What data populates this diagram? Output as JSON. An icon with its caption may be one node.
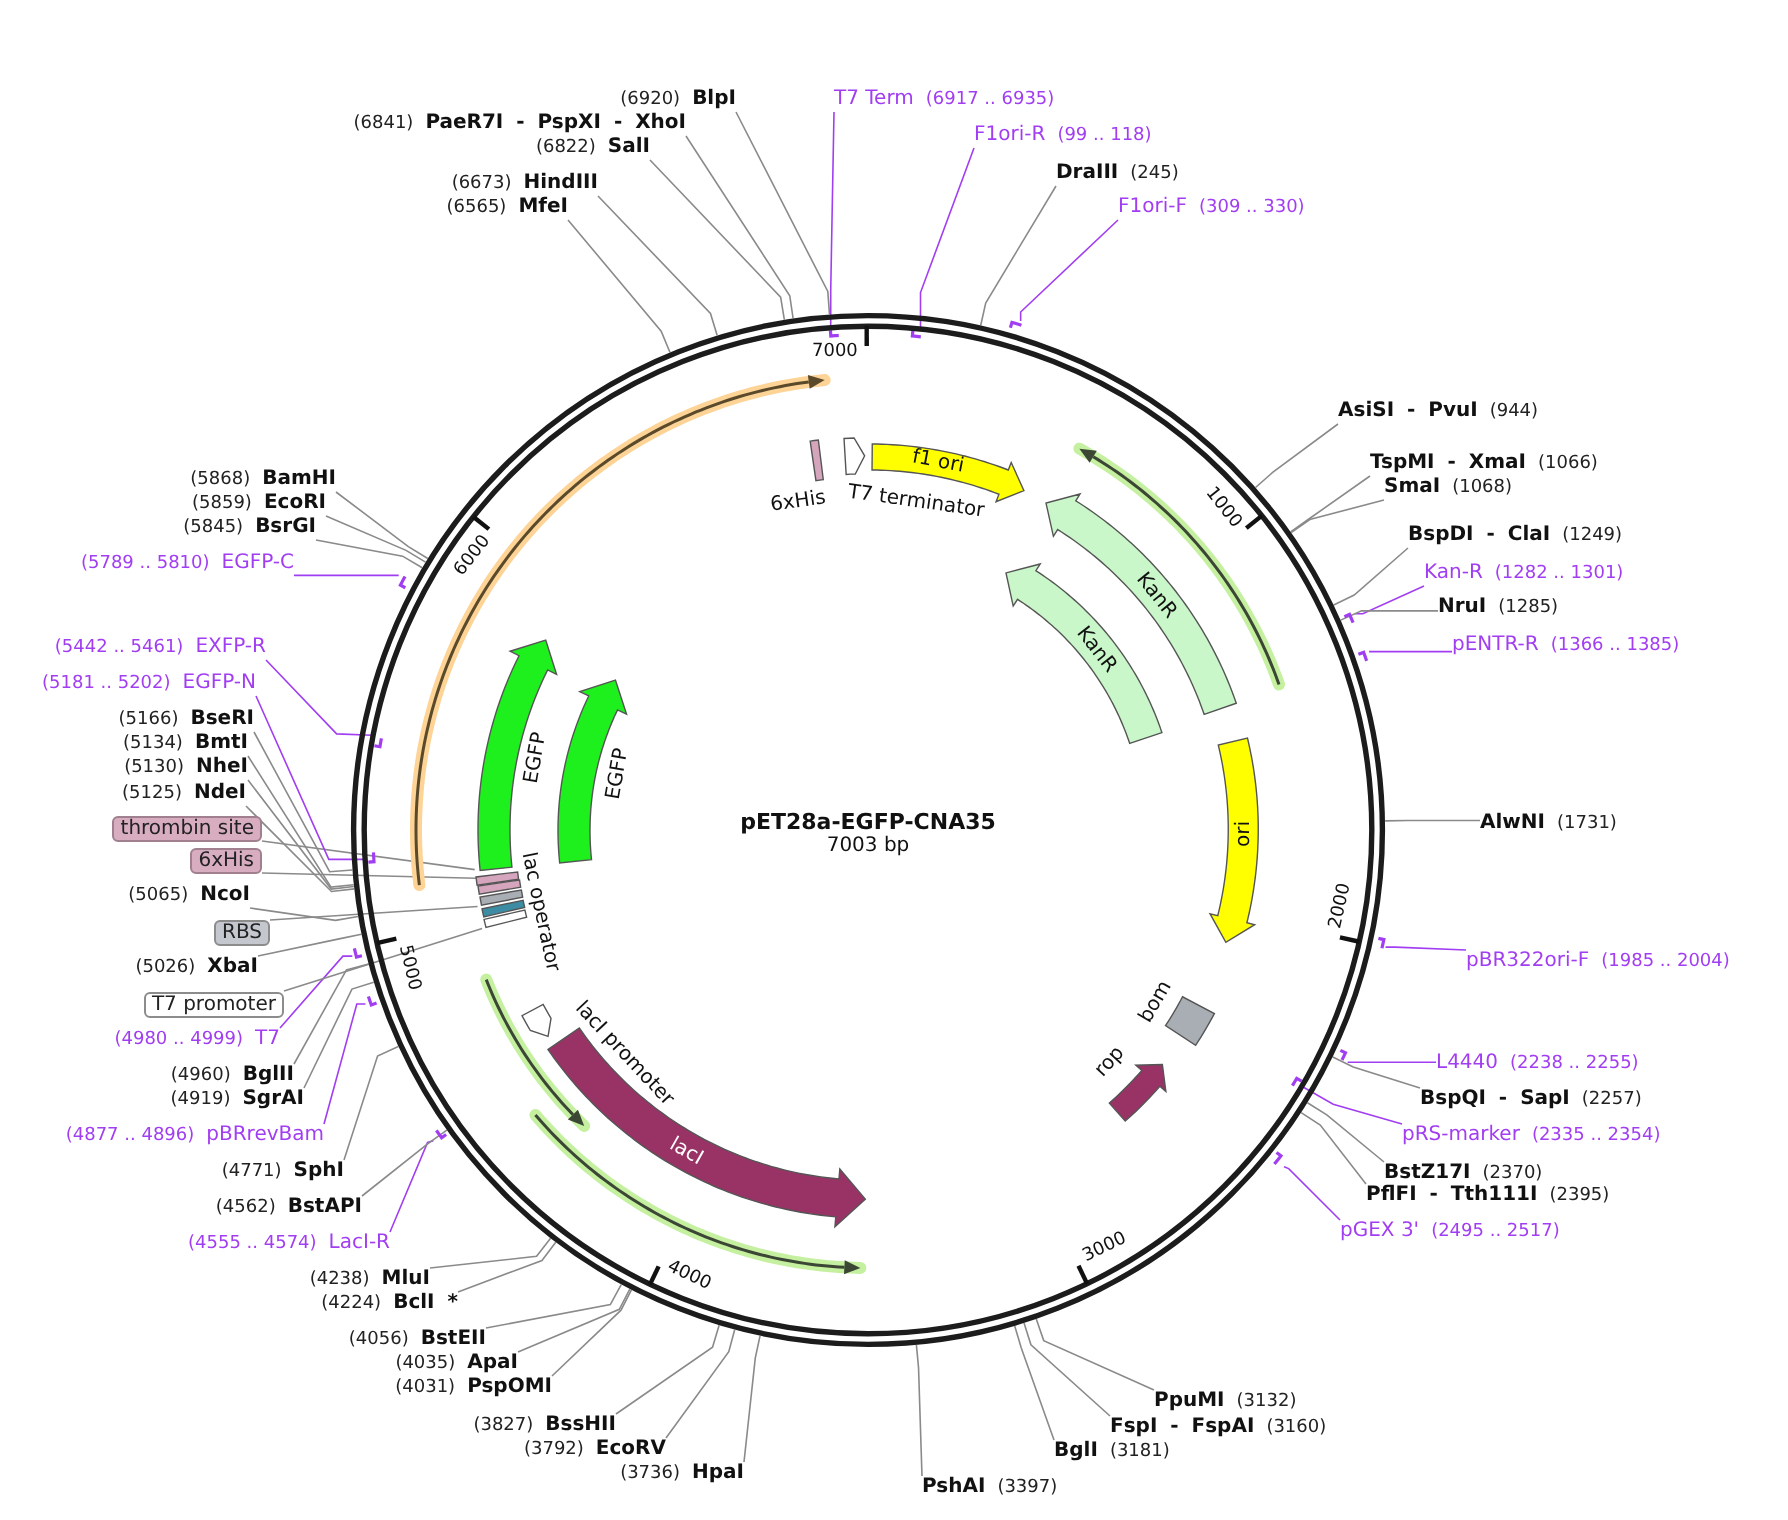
{
  "diagram": {
    "nodes": [
      {
        "text": [
          "pET28a-EGFP-CNA35",
          "7003 bp"
        ]
      },
      {
        "text": [
          "6xHis"
        ],
        "in": 0
      },
      {
        "text": [
          "T7 terminator"
        ],
        "in": 0
      },
      {
        "text": [
          "f1 ori"
        ],
        "in": 0
      },
      {
        "text": [
          "KanR"
        ],
        "in": 0
      },
      {
        "text": [
          "KanR"
        ],
        "in": 0
      },
      {
        "text": [
          "ori"
        ],
        "in": 0
      },
      {
        "text": [
          "bom"
        ],
        "in": 0
      },
      {
        "text": [
          "rop"
        ],
        "in": 0
      },
      {
        "text": [
          "lacI"
        ],
        "in": 0
      },
      {
        "text": [
          "lacI promoter"
        ],
        "in": 0
      },
      {
        "text": [],
        "shape": "box",
        "in": 0
      },
      {
        "text": [
          "lac operator"
        ],
        "in": 0
      },
      {
        "text": [],
        "shape": "box",
        "in": 0
      },
      {
        "text": [],
        "shape": "box",
        "in": 0
      },
      {
        "text": [],
        "shape": "box",
        "in": 0
      },
      {
        "text": [
          "EGFP"
        ],
        "in": 0
      },
      {
        "text": [
          "EGFP"
        ],
        "in": 0
      },
      {
        "text": [
          "BlpI"
        ],
        "beside": [
          "(6920)"
        ]
      },
      {
        "text": [
          "PaeR7I - PspXI - XhoI"
        ],
        "beside": [
          "(6841)"
        ]
      },
      {
        "text": [
          "SalI"
        ],
        "beside": [
          "(6822)"
        ]
      },
      {
        "text": [
          "HindIII"
        ],
        "beside": [
          "(6673)"
        ]
      },
      {
        "text": [
          "MfeI"
        ],
        "beside": [
          "(6565)"
        ]
      },
      {
        "text": [
          "T7 Term"
        ],
        "beside": [
          "(6917 .. 6935)"
        ]
      },
      {
        "text": [
          "F1ori-R"
        ],
        "beside": [
          "(99 .. 118)"
        ]
      },
      {
        "text": [
          "DraIII"
        ],
        "beside": [
          "(245)"
        ]
      },
      {
        "text": [
          "F1ori-F"
        ],
        "beside": [
          "(309 .. 330)"
        ]
      },
      {
        "text": [
          "AsiSI - PvuI"
        ],
        "beside": [
          "(944)"
        ]
      },
      {
        "text": [
          "TspMI - XmaI"
        ],
        "beside": [
          "(1066)"
        ]
      },
      {
        "text": [
          "SmaI"
        ],
        "beside": [
          "(1068)"
        ]
      },
      {
        "text": [
          "BspDI - ClaI"
        ],
        "beside": [
          "(1249)"
        ]
      },
      {
        "text": [
          "Kan-R"
        ],
        "beside": [
          "(1282 .. 1301)"
        ]
      },
      {
        "text": [
          "NruI"
        ],
        "beside": [
          "(1285)"
        ]
      },
      {
        "text": [
          "pENTR-R"
        ],
        "beside": [
          "(1366 .. 1385)"
        ]
      },
      {
        "text": [
          "AlwNI"
        ],
        "beside": [
          "(1731)"
        ]
      },
      {
        "text": [
          "pBR322ori-F"
        ],
        "beside": [
          "(1985 .. 2004)"
        ]
      },
      {
        "text": [
          "L4440"
        ],
        "beside": [
          "(2238 .. 2255)"
        ]
      },
      {
        "text": [
          "BspQI - SapI"
        ],
        "beside": [
          "(2257)"
        ]
      },
      {
        "text": [
          "pRS-marker"
        ],
        "beside": [
          "(2335 .. 2354)"
        ]
      },
      {
        "text": [
          "BstZ17I"
        ],
        "beside": [
          "(2370)"
        ]
      },
      {
        "text": [
          "PflFI - Tth111I"
        ],
        "beside": [
          "(2395)"
        ]
      },
      {
        "text": [
          "pGEX 3'"
        ],
        "beside": [
          "(2495 .. 2517)"
        ]
      },
      {
        "text": [
          "PpuMI"
        ],
        "beside": [
          "(3132)"
        ]
      },
      {
        "text": [
          "FspI - FspAI"
        ],
        "beside": [
          "(3160)"
        ]
      },
      {
        "text": [
          "BglI"
        ],
        "beside": [
          "(3181)"
        ]
      },
      {
        "text": [
          "PshAI"
        ],
        "beside": [
          "(3397)"
        ]
      },
      {
        "text": [
          "HpaI"
        ],
        "beside": [
          "(3736)"
        ]
      },
      {
        "text": [
          "EcoRV"
        ],
        "beside": [
          "(3792)"
        ]
      },
      {
        "text": [
          "BssHII"
        ],
        "beside": [
          "(3827)"
        ]
      },
      {
        "text": [
          "PspOMI"
        ],
        "beside": [
          "(4031)"
        ]
      },
      {
        "text": [
          "ApaI"
        ],
        "beside": [
          "(4035)"
        ]
      },
      {
        "text": [
          "BstEII"
        ],
        "beside": [
          "(4056)"
        ]
      },
      {
        "text": [
          "BclI *"
        ],
        "beside": [
          "(4224)"
        ]
      },
      {
        "text": [
          "MluI"
        ],
        "beside": [
          "(4238)"
        ]
      },
      {
        "text": [
          "LacI-R"
        ],
        "beside": [
          "(4555 .. 4574)"
        ]
      },
      {
        "text": [
          "BstAPI"
        ],
        "beside": [
          "(4562)"
        ]
      },
      {
        "text": [
          "SphI"
        ],
        "beside": [
          "(4771)"
        ]
      },
      {
        "text": [
          "pBRrevBam"
        ],
        "beside": [
          "(4877 .. 4896)"
        ]
      },
      {
        "text": [
          "SgrAI"
        ],
        "beside": [
          "(4919)"
        ]
      },
      {
        "text": [
          "BglII"
        ],
        "beside": [
          "(4960)"
        ]
      },
      {
        "text": [
          "T7"
        ],
        "beside": [
          "(4980 .. 4999)"
        ]
      },
      {
        "text": [
          "T7 promoter"
        ]
      },
      {
        "text": [
          "XbaI"
        ],
        "beside": [
          "(5026)"
        ]
      },
      {
        "text": [
          "RBS"
        ]
      },
      {
        "text": [
          "NcoI"
        ],
        "beside": [
          "(5065)"
        ]
      },
      {
        "text": [
          "6xHis"
        ]
      },
      {
        "text": [
          "thrombin site"
        ]
      },
      {
        "text": [
          "NdeI"
        ],
        "beside": [
          "(5125)"
        ]
      },
      {
        "text": [
          "NheI"
        ],
        "beside": [
          "(5130)"
        ]
      },
      {
        "text": [
          "BmtI"
        ],
        "beside": [
          "(5134)"
        ]
      },
      {
        "text": [
          "BseRI"
        ],
        "beside": [
          "(5166)"
        ]
      },
      {
        "text": [
          "EGFP-N"
        ],
        "beside": [
          "(5181 .. 5202)"
        ]
      },
      {
        "text": [
          "EXFP-R"
        ],
        "beside": [
          "(5442 .. 5461)"
        ]
      },
      {
        "text": [
          "EGFP-C"
        ],
        "beside": [
          "(5789 .. 5810)"
        ]
      },
      {
        "text": [
          "BsrGI"
        ],
        "beside": [
          "(5845)"
        ]
      },
      {
        "text": [
          "EcoRI"
        ],
        "beside": [
          "(5859)"
        ]
      },
      {
        "text": [
          "BamHI"
        ],
        "beside": [
          "(5868)"
        ]
      },
      {
        "text": [],
        "shape": "bar",
        "in": 0
      },
      {
        "text": [],
        "shape": "bar",
        "in": 0
      },
      {
        "text": [],
        "shape": "bar"
      },
      {
        "text": [],
        "shape": "bar"
      },
      {
        "text": [],
        "shape": "bar"
      },
      {
        "text": [],
        "shape": "bar"
      },
      {
        "text": [],
        "shape": "bar"
      },
      {
        "text": [],
        "shape": "bar",
        "in": 0
      },
      {
        "text": [],
        "shape": "bar"
      },
      {
        "text": [],
        "shape": "bar"
      },
      {
        "text": [],
        "shape": "bar"
      },
      {
        "text": [],
        "shape": "bar"
      },
      {
        "text": [],
        "shape": "bar",
        "in": 0
      },
      {
        "text": [],
        "shape": "bar",
        "in": 0
      },
      {
        "text": [],
        "shape": "bar"
      }
    ],
    "edges": [
      {
        "from": 18,
        "to": 0,
        "arrow": "none"
      },
      {
        "from": 19,
        "to": 0,
        "arrow": "none"
      },
      {
        "from": 20,
        "to": 0,
        "arrow": "none"
      },
      {
        "from": 21,
        "to": 0,
        "arrow": "none"
      },
      {
        "from": 22,
        "to": 0,
        "arrow": "none"
      },
      {
        "from": 23,
        "to": 77,
        "arrow": "none",
        "color": "#a23ef2"
      },
      {
        "from": 24,
        "to": 78,
        "arrow": "none",
        "color": "#a23ef2"
      },
      {
        "from": 25,
        "to": 0,
        "arrow": "none"
      },
      {
        "from": 26,
        "to": 79,
        "arrow": "none",
        "color": "#a23ef2"
      },
      {
        "from": 27,
        "to": 0,
        "arrow": "none"
      },
      {
        "from": 28,
        "to": 0,
        "arrow": "none"
      },
      {
        "from": 29,
        "to": 0,
        "arrow": "none"
      },
      {
        "from": 30,
        "to": 0,
        "arrow": "none"
      },
      {
        "from": 31,
        "to": 80,
        "arrow": "none",
        "color": "#a23ef2"
      },
      {
        "from": 32,
        "to": 0,
        "arrow": "none"
      },
      {
        "from": 33,
        "to": 81,
        "arrow": "none",
        "color": "#a23ef2"
      },
      {
        "from": 34,
        "to": 0,
        "arrow": "none"
      },
      {
        "from": 35,
        "to": 82,
        "arrow": "none",
        "color": "#a23ef2"
      },
      {
        "from": 36,
        "to": 83,
        "arrow": "none",
        "color": "#a23ef2"
      },
      {
        "from": 37,
        "to": 0,
        "arrow": "none"
      },
      {
        "from": 38,
        "to": 84,
        "arrow": "none",
        "color": "#a23ef2"
      },
      {
        "from": 39,
        "to": 0,
        "arrow": "none"
      },
      {
        "from": 40,
        "to": 0,
        "arrow": "none"
      },
      {
        "from": 41,
        "to": 85,
        "arrow": "none",
        "color": "#a23ef2"
      },
      {
        "from": 42,
        "to": 0,
        "arrow": "none"
      },
      {
        "from": 43,
        "to": 0,
        "arrow": "none"
      },
      {
        "from": 44,
        "to": 0,
        "arrow": "none"
      },
      {
        "from": 45,
        "to": 0,
        "arrow": "none"
      },
      {
        "from": 46,
        "to": 0,
        "arrow": "none"
      },
      {
        "from": 47,
        "to": 0,
        "arrow": "none"
      },
      {
        "from": 48,
        "to": 0,
        "arrow": "none"
      },
      {
        "from": 49,
        "to": 0,
        "arrow": "none"
      },
      {
        "from": 50,
        "to": 0,
        "arrow": "none"
      },
      {
        "from": 51,
        "to": 0,
        "arrow": "none"
      },
      {
        "from": 52,
        "to": 0,
        "arrow": "none"
      },
      {
        "from": 53,
        "to": 0,
        "arrow": "none"
      },
      {
        "from": 54,
        "to": 86,
        "arrow": "none",
        "color": "#a23ef2"
      },
      {
        "from": 55,
        "to": 0,
        "arrow": "none"
      },
      {
        "from": 56,
        "to": 0,
        "arrow": "none"
      },
      {
        "from": 57,
        "to": 87,
        "arrow": "none",
        "color": "#a23ef2"
      },
      {
        "from": 58,
        "to": 0,
        "arrow": "none"
      },
      {
        "from": 59,
        "to": 0,
        "arrow": "none"
      },
      {
        "from": 60,
        "to": 88,
        "arrow": "none",
        "color": "#a23ef2"
      },
      {
        "from": 61,
        "to": 11,
        "arrow": "none"
      },
      {
        "from": 62,
        "to": 0,
        "arrow": "none"
      },
      {
        "from": 63,
        "to": 13,
        "arrow": "none"
      },
      {
        "from": 64,
        "to": 0,
        "arrow": "none"
      },
      {
        "from": 65,
        "to": 14,
        "arrow": "none"
      },
      {
        "from": 66,
        "to": 15,
        "arrow": "none"
      },
      {
        "from": 67,
        "to": 0,
        "arrow": "none"
      },
      {
        "from": 68,
        "to": 0,
        "arrow": "none"
      },
      {
        "from": 69,
        "to": 0,
        "arrow": "none"
      },
      {
        "from": 70,
        "to": 0,
        "arrow": "none"
      },
      {
        "from": 71,
        "to": 89,
        "arrow": "none",
        "color": "#a23ef2"
      },
      {
        "from": 72,
        "to": 90,
        "arrow": "none",
        "color": "#a23ef2"
      },
      {
        "from": 73,
        "to": 91,
        "arrow": "none",
        "color": "#a23ef2"
      },
      {
        "from": 74,
        "to": 0,
        "arrow": "none"
      },
      {
        "from": 75,
        "to": 0,
        "arrow": "none"
      },
      {
        "from": 76,
        "to": 0,
        "arrow": "none"
      }
    ],
    "labels": [
      "1000",
      "2000",
      "3000",
      "4000",
      "5000",
      "6000",
      "7000"
    ]
  }
}
